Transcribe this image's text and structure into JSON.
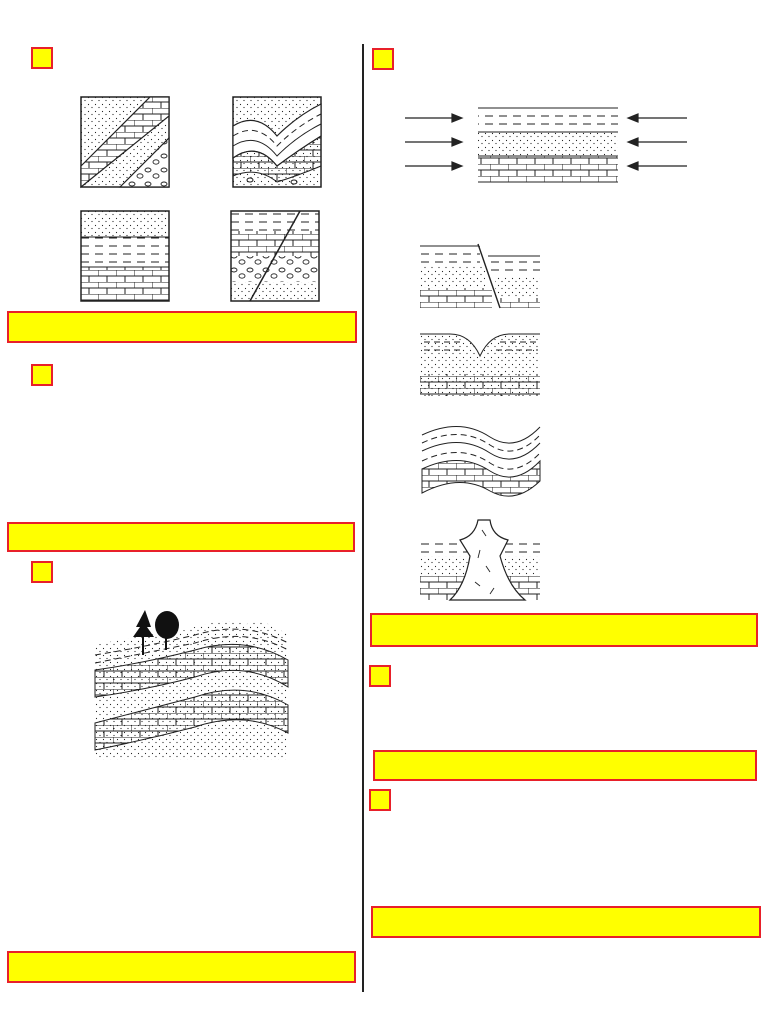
{
  "colors": {
    "marker_fill": "#ffff00",
    "marker_border": "#e8202a",
    "ink": "#222222"
  },
  "sections": [
    {
      "id": "q1",
      "figure": "four-rock-block-diagrams",
      "answer_text": ""
    },
    {
      "id": "q2",
      "figure": "none",
      "answer_text": ""
    },
    {
      "id": "q3",
      "figure": "folded-strata-landscape-with-trees",
      "answer_text": ""
    },
    {
      "id": "q4",
      "figure": "compression-block-and-four-deformation-sketches",
      "answer_text": ""
    },
    {
      "id": "q5",
      "figure": "none",
      "answer_text": ""
    },
    {
      "id": "q6",
      "figure": "none",
      "answer_text": ""
    }
  ]
}
